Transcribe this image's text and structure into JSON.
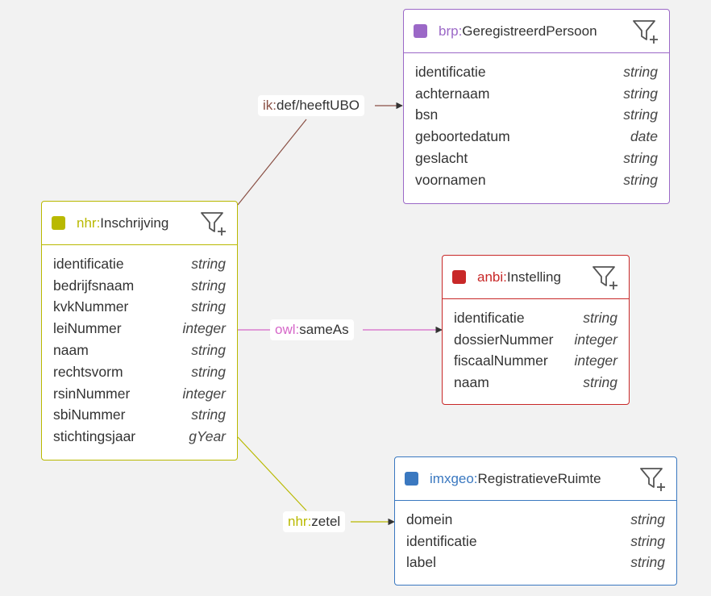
{
  "colors": {
    "canvas_background": "#f2f2f2",
    "purple": "#9b68c7",
    "olive": "#b9b900",
    "red": "#c82828",
    "blue": "#3a78c0",
    "pink": "#d667c9",
    "brown": "#8a5045"
  },
  "nodes": {
    "persoon": {
      "prefix": "brp:",
      "name": "GeregistreerdPersoon",
      "color": "#9b68c7",
      "filter_icon": "filter-plus-icon",
      "properties": [
        {
          "name": "identificatie",
          "type": "string"
        },
        {
          "name": "achternaam",
          "type": "string"
        },
        {
          "name": "bsn",
          "type": "string"
        },
        {
          "name": "geboortedatum",
          "type": "date"
        },
        {
          "name": "geslacht",
          "type": "string"
        },
        {
          "name": "voornamen",
          "type": "string"
        }
      ]
    },
    "inschrijving": {
      "prefix": "nhr:",
      "name": "Inschrijving",
      "color": "#b9b900",
      "filter_icon": "filter-plus-icon",
      "properties": [
        {
          "name": "identificatie",
          "type": "string"
        },
        {
          "name": "bedrijfsnaam",
          "type": "string"
        },
        {
          "name": "kvkNummer",
          "type": "string"
        },
        {
          "name": "leiNummer",
          "type": "integer"
        },
        {
          "name": "naam",
          "type": "string"
        },
        {
          "name": "rechtsvorm",
          "type": "string"
        },
        {
          "name": "rsinNummer",
          "type": "integer"
        },
        {
          "name": "sbiNummer",
          "type": "string"
        },
        {
          "name": "stichtingsjaar",
          "type": "gYear"
        }
      ]
    },
    "instelling": {
      "prefix": "anbi:",
      "name": "Instelling",
      "color": "#c82828",
      "filter_icon": "filter-plus-icon",
      "properties": [
        {
          "name": "identificatie",
          "type": "string"
        },
        {
          "name": "dossierNummer",
          "type": "integer"
        },
        {
          "name": "fiscaalNummer",
          "type": "integer"
        },
        {
          "name": "naam",
          "type": "string"
        }
      ]
    },
    "ruimte": {
      "prefix": "imxgeo:",
      "name": "RegistratieveRuimte",
      "color": "#3a78c0",
      "filter_icon": "filter-plus-icon",
      "properties": [
        {
          "name": "domein",
          "type": "string"
        },
        {
          "name": "identificatie",
          "type": "string"
        },
        {
          "name": "label",
          "type": "string"
        }
      ]
    }
  },
  "edges": {
    "heeftUBO": {
      "prefix": "ik:",
      "name": "def/heeftUBO",
      "color": "#8a5045"
    },
    "sameAs": {
      "prefix": "owl:",
      "name": "sameAs",
      "color": "#d667c9"
    },
    "zetel": {
      "prefix": "nhr:",
      "name": "zetel",
      "color": "#b9b900"
    }
  }
}
